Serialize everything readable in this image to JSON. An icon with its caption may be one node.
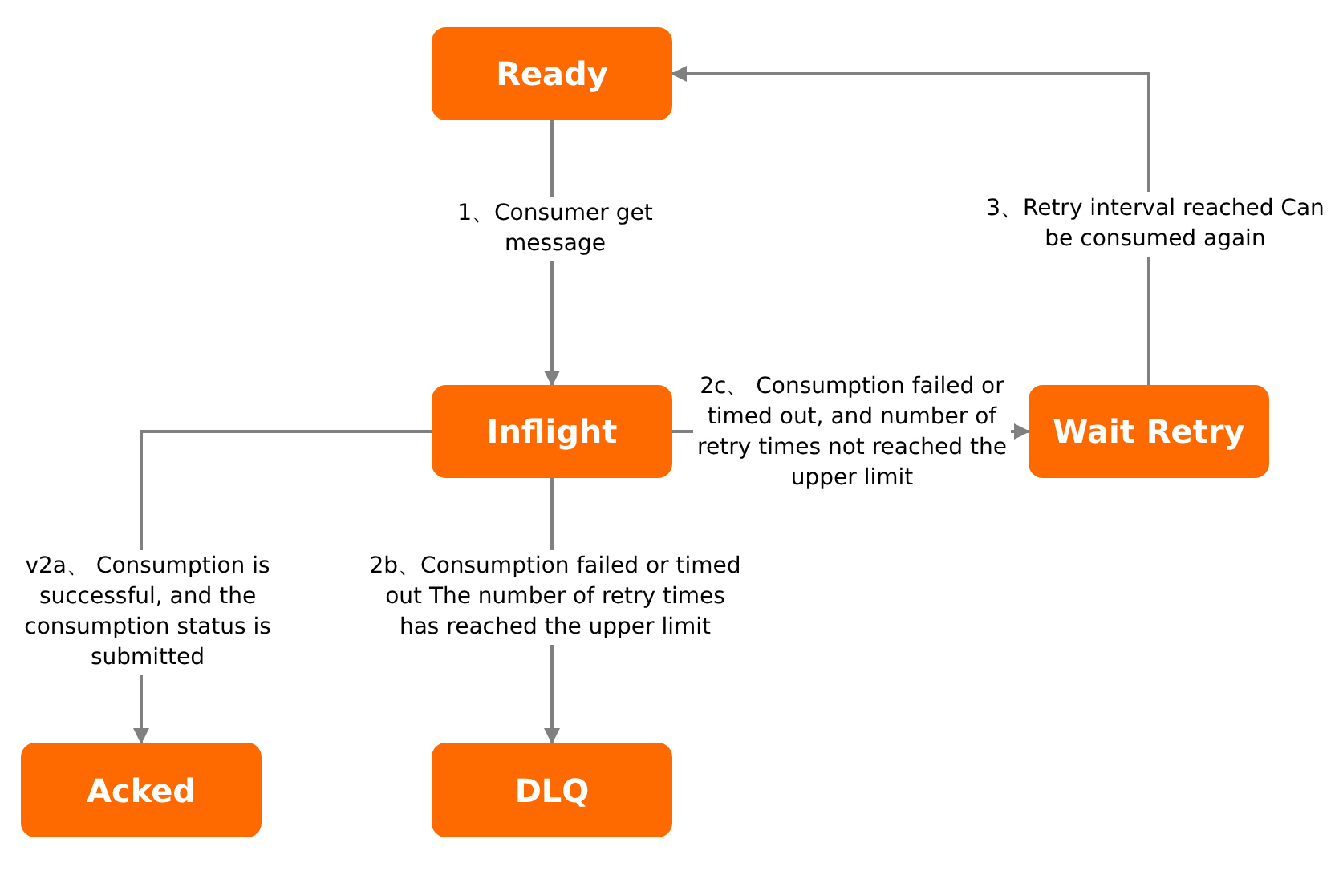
{
  "diagram": {
    "nodes": [
      {
        "text": [
          "Ready"
        ]
      },
      {
        "text": [
          "Inflight"
        ]
      },
      {
        "text": [
          "Wait Retry"
        ]
      },
      {
        "text": [
          "Acked"
        ]
      },
      {
        "text": [
          "DLQ"
        ]
      }
    ],
    "edges": [
      {
        "from": 0,
        "to": 1,
        "arrow": "to",
        "label": "1、Consumer get message"
      },
      {
        "from": 1,
        "to": 3,
        "arrow": "to",
        "label": "v2a、 Consumption is successful, and the consumption status is submitted"
      },
      {
        "from": 1,
        "to": 4,
        "arrow": "to",
        "label": "2b、Consumption failed or timed out The number of retry times has reached the upper limit"
      },
      {
        "from": 1,
        "to": 2,
        "arrow": "to",
        "label": "2c、 Consumption failed or timed out, and number of retry times not reached the upper limit"
      },
      {
        "from": 2,
        "to": 0,
        "arrow": "to",
        "label": "3、Retry interval reached Can be consumed again"
      }
    ]
  }
}
